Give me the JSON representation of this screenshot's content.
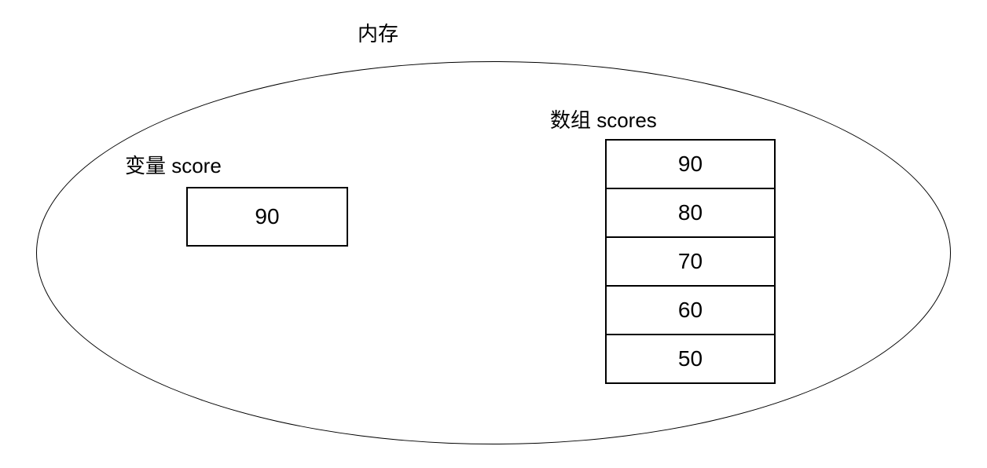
{
  "diagram": {
    "title": "内存",
    "variable": {
      "label": "变量 score",
      "value": "90"
    },
    "array": {
      "label": "数组 scores",
      "values": [
        "90",
        "80",
        "70",
        "60",
        "50"
      ]
    }
  }
}
